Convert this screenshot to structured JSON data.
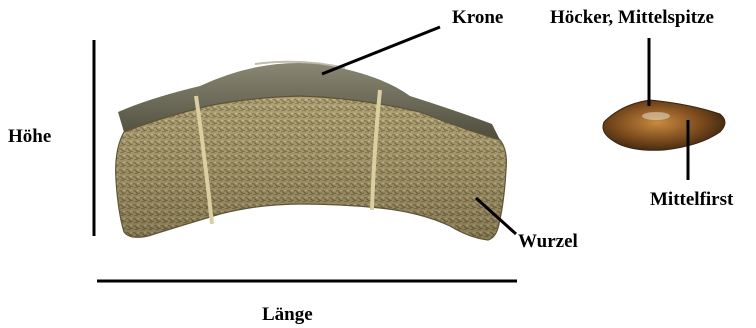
{
  "labels": {
    "krone": "Krone",
    "hoecker": "Höcker, Mittelspitze",
    "hoehe": "Höhe",
    "mittelfirst": "Mittelfirst",
    "wurzel": "Wurzel",
    "laenge": "Länge"
  },
  "colors": {
    "background": "#ffffff",
    "lines": "#000000",
    "fossil_root": "#9a8a5e",
    "fossil_crown": "#6c6a58",
    "cusp": "#7a4a1c"
  }
}
